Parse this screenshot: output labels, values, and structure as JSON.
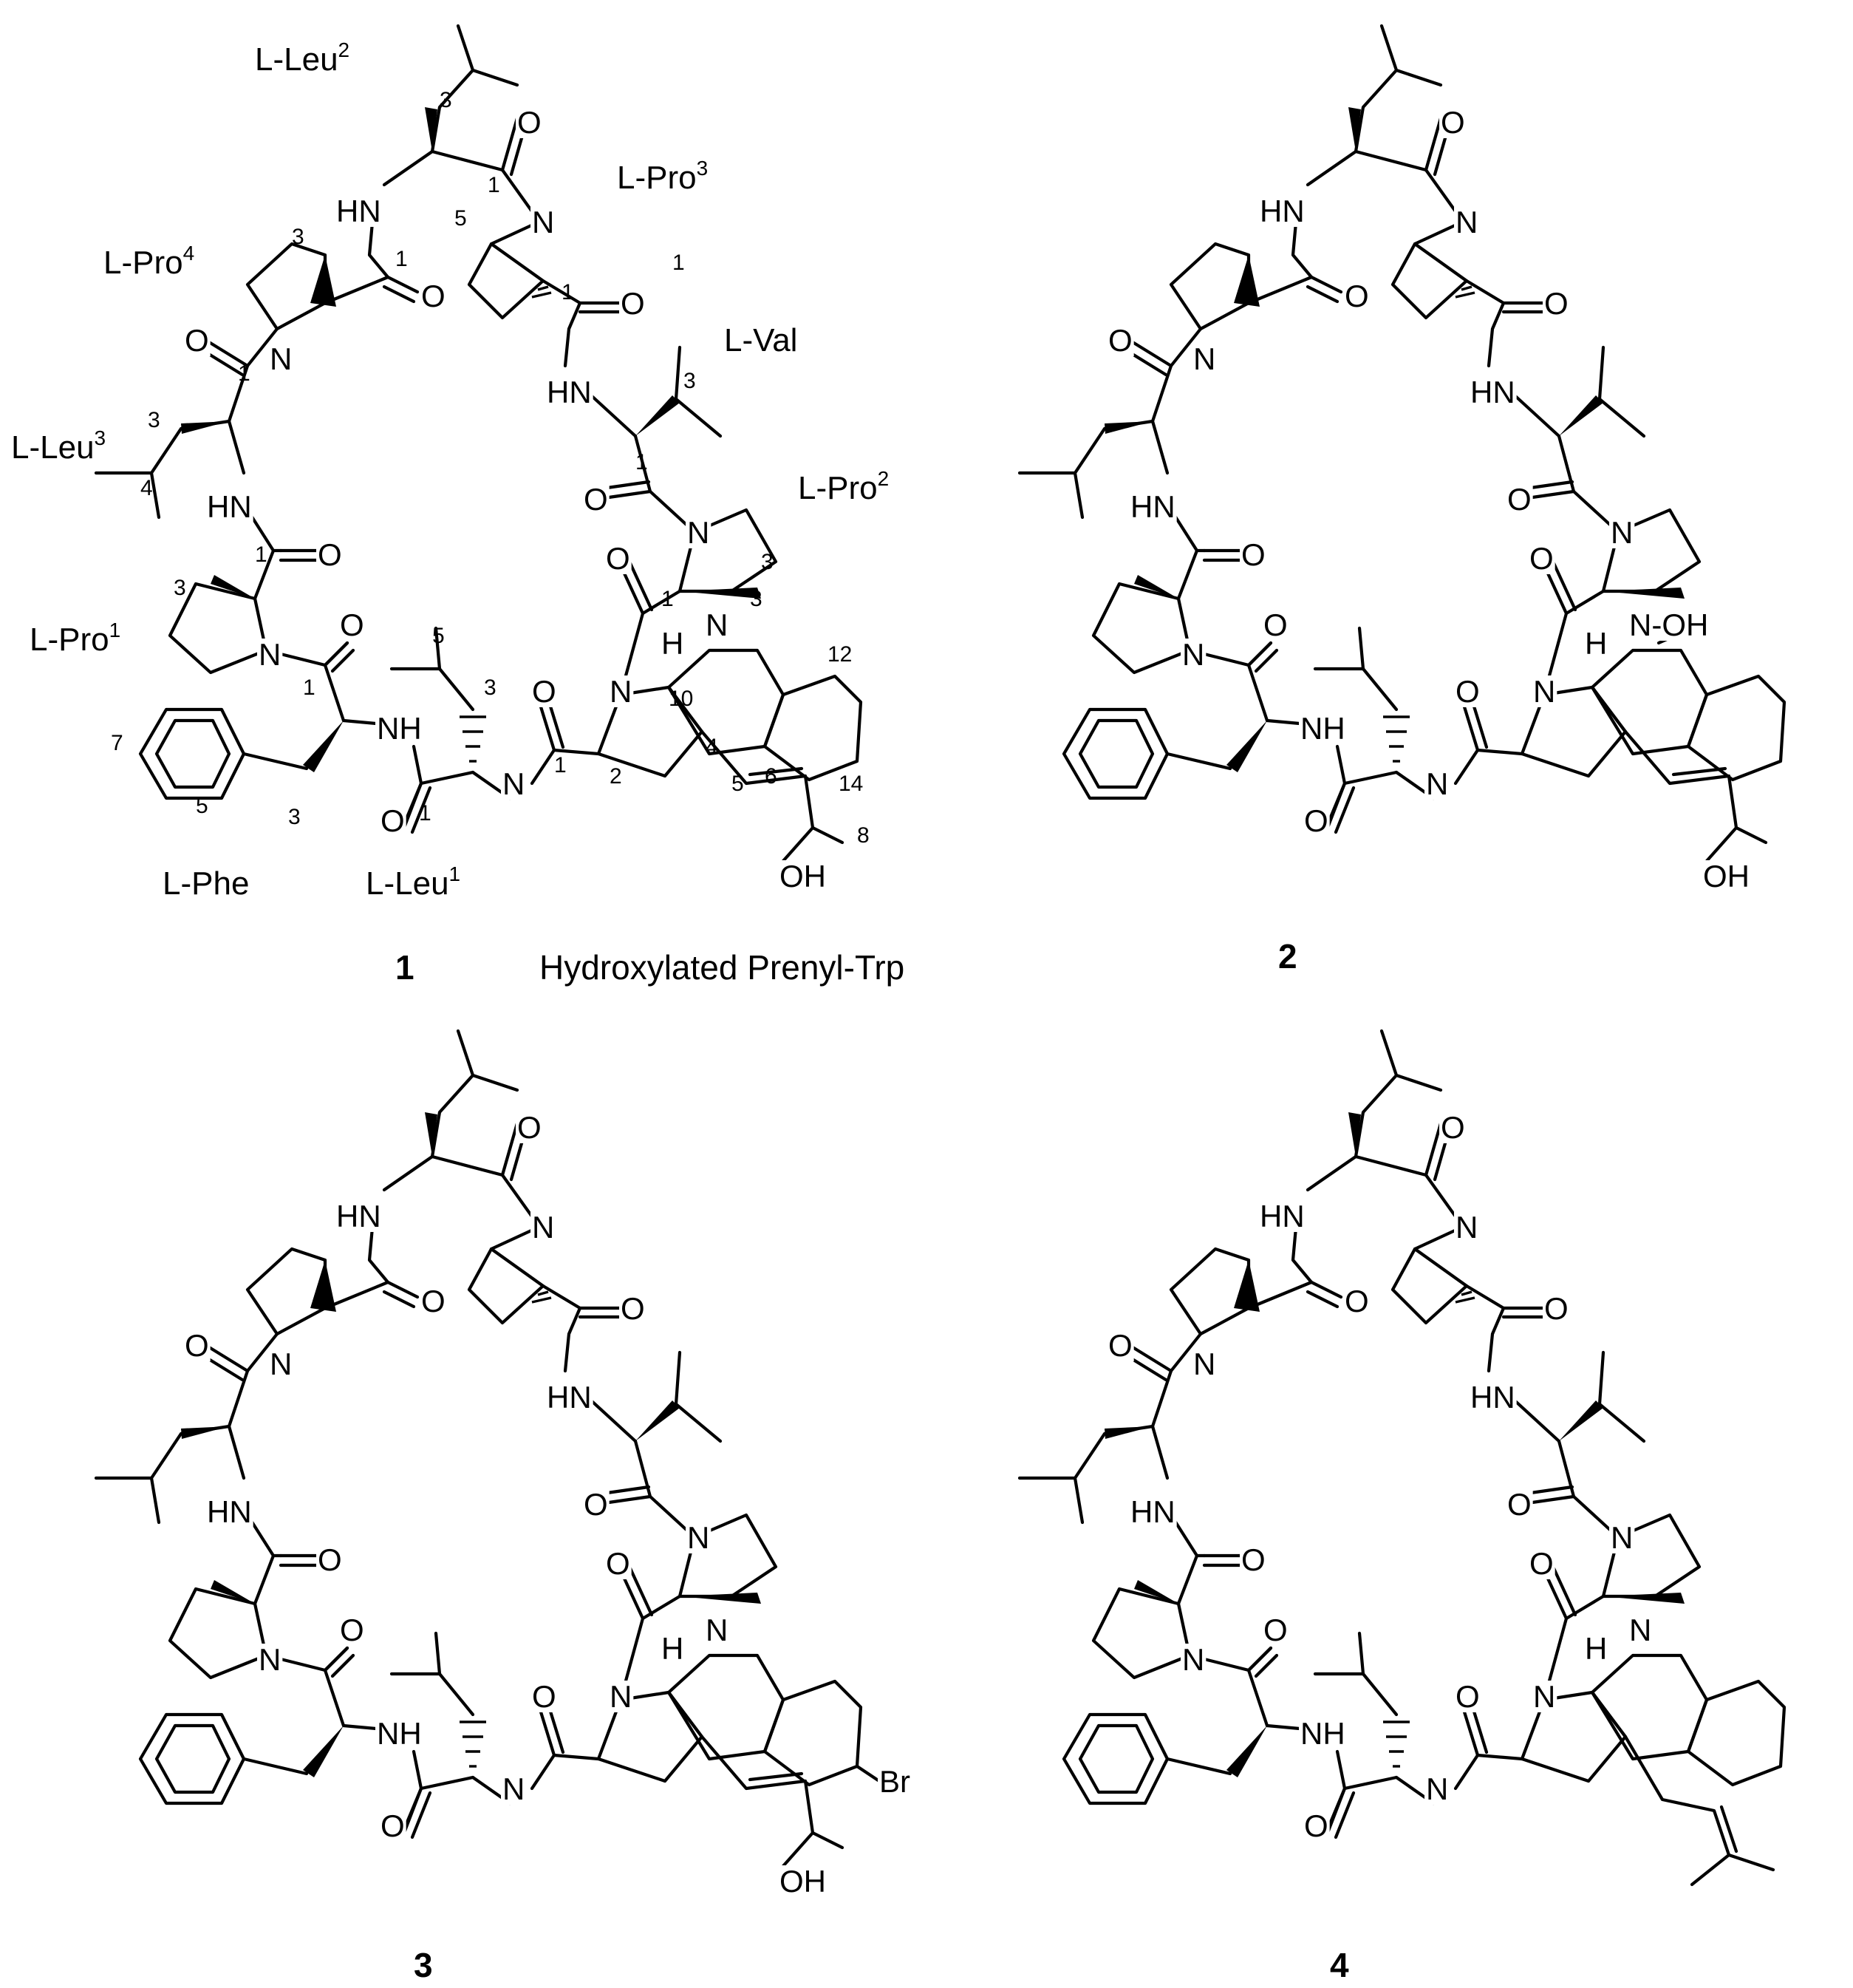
{
  "compounds": [
    {
      "id": "1",
      "atoms": {
        "nh": "NH",
        "hn": "HN",
        "n": "N",
        "o": "O",
        "h": "H",
        "oh": "OH"
      },
      "residue_labels": [
        {
          "name": "L-Leu",
          "sup": "2"
        },
        {
          "name": "L-Pro",
          "sup": "3"
        },
        {
          "name": "L-Pro",
          "sup": "4"
        },
        {
          "name": "L-Val",
          "sup": ""
        },
        {
          "name": "L-Leu",
          "sup": "3"
        },
        {
          "name": "L-Pro",
          "sup": "2"
        },
        {
          "name": "L-Pro",
          "sup": "1"
        },
        {
          "name": "L-Phe",
          "sup": ""
        },
        {
          "name": "L-Leu",
          "sup": "1"
        }
      ],
      "numbering": [
        "3",
        "1",
        "5",
        "3",
        "1",
        "1",
        "3",
        "1",
        "3",
        "4",
        "1",
        "3",
        "1",
        "3",
        "5",
        "7",
        "3",
        "5",
        "1",
        "1",
        "3",
        "1",
        "2",
        "4",
        "10",
        "12",
        "14",
        "5",
        "6",
        "8",
        "1",
        "3",
        "1"
      ],
      "caption": "Hydroxylated Prenyl-Trp"
    },
    {
      "id": "2",
      "atoms": {
        "nh": "NH",
        "hn": "HN",
        "n": "N",
        "o": "O",
        "h": "H",
        "oh": "OH",
        "noh": "N-OH"
      }
    },
    {
      "id": "3",
      "atoms": {
        "nh": "NH",
        "hn": "HN",
        "n": "N",
        "o": "O",
        "h": "H",
        "oh": "OH",
        "br": "Br"
      }
    },
    {
      "id": "4",
      "atoms": {
        "nh": "NH",
        "hn": "HN",
        "n": "N",
        "o": "O",
        "h": "H"
      }
    }
  ]
}
